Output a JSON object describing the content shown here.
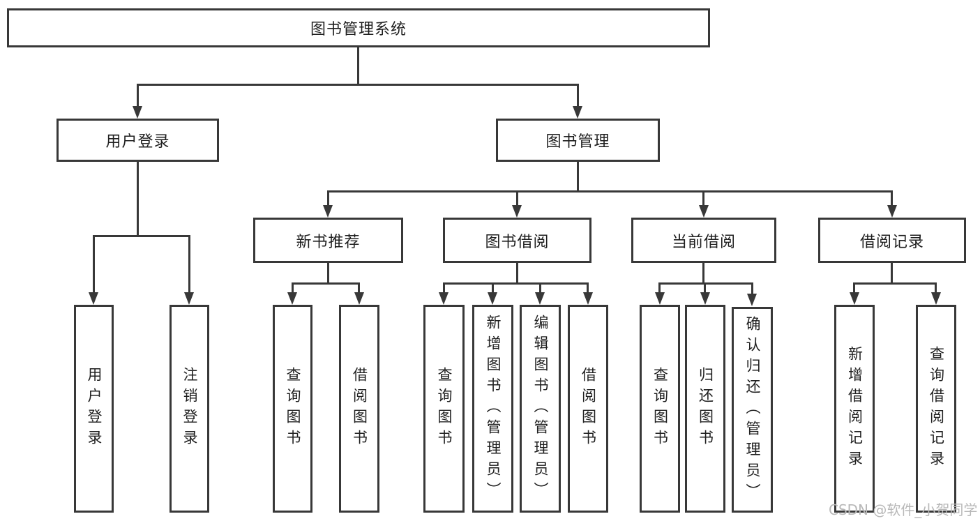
{
  "colors": {
    "line": "#383838",
    "box_background": "#ffffff",
    "page_background": "#ffffff",
    "label_text": "#1f1f1f",
    "watermark_text": "#b8b8b8"
  },
  "nodes": {
    "root": {
      "label": "图书管理系统"
    },
    "user_login": {
      "label": "用户登录"
    },
    "book_management": {
      "label": "图书管理"
    },
    "user_login_action": {
      "label": "用户登录"
    },
    "logout_action": {
      "label": "注销登录"
    },
    "new_book_recommend": {
      "label": "新书推荐"
    },
    "book_borrowing": {
      "label": "图书借阅"
    },
    "current_borrowing": {
      "label": "当前借阅"
    },
    "borrowing_records": {
      "label": "借阅记录"
    },
    "nbr_query_books": {
      "label": "查询图书"
    },
    "nbr_borrow_books": {
      "label": "借阅图书"
    },
    "bb_query_books": {
      "label": "查询图书"
    },
    "bb_add_books": {
      "label": "新增图书（管理员）"
    },
    "bb_edit_books": {
      "label": "编辑图书（管理员）"
    },
    "bb_borrow_books": {
      "label": "借阅图书"
    },
    "cb_query_books": {
      "label": "查询图书"
    },
    "cb_return_books": {
      "label": "归还图书"
    },
    "cb_confirm_return": {
      "label": "确认归还（管理员）"
    },
    "br_add_record": {
      "label": "新增借阅记录"
    },
    "br_query_record": {
      "label": "查询借阅记录"
    }
  },
  "hierarchy": {
    "图书管理系统": {
      "用户登录": [
        "用户登录",
        "注销登录"
      ],
      "图书管理": {
        "新书推荐": [
          "查询图书",
          "借阅图书"
        ],
        "图书借阅": [
          "查询图书",
          "新增图书（管理员）",
          "编辑图书（管理员）",
          "借阅图书"
        ],
        "当前借阅": [
          "查询图书",
          "归还图书",
          "确认归还（管理员）"
        ],
        "借阅记录": [
          "新增借阅记录",
          "查询借阅记录"
        ]
      }
    }
  },
  "watermark": {
    "text": "CSDN @软件_小贺同学"
  }
}
